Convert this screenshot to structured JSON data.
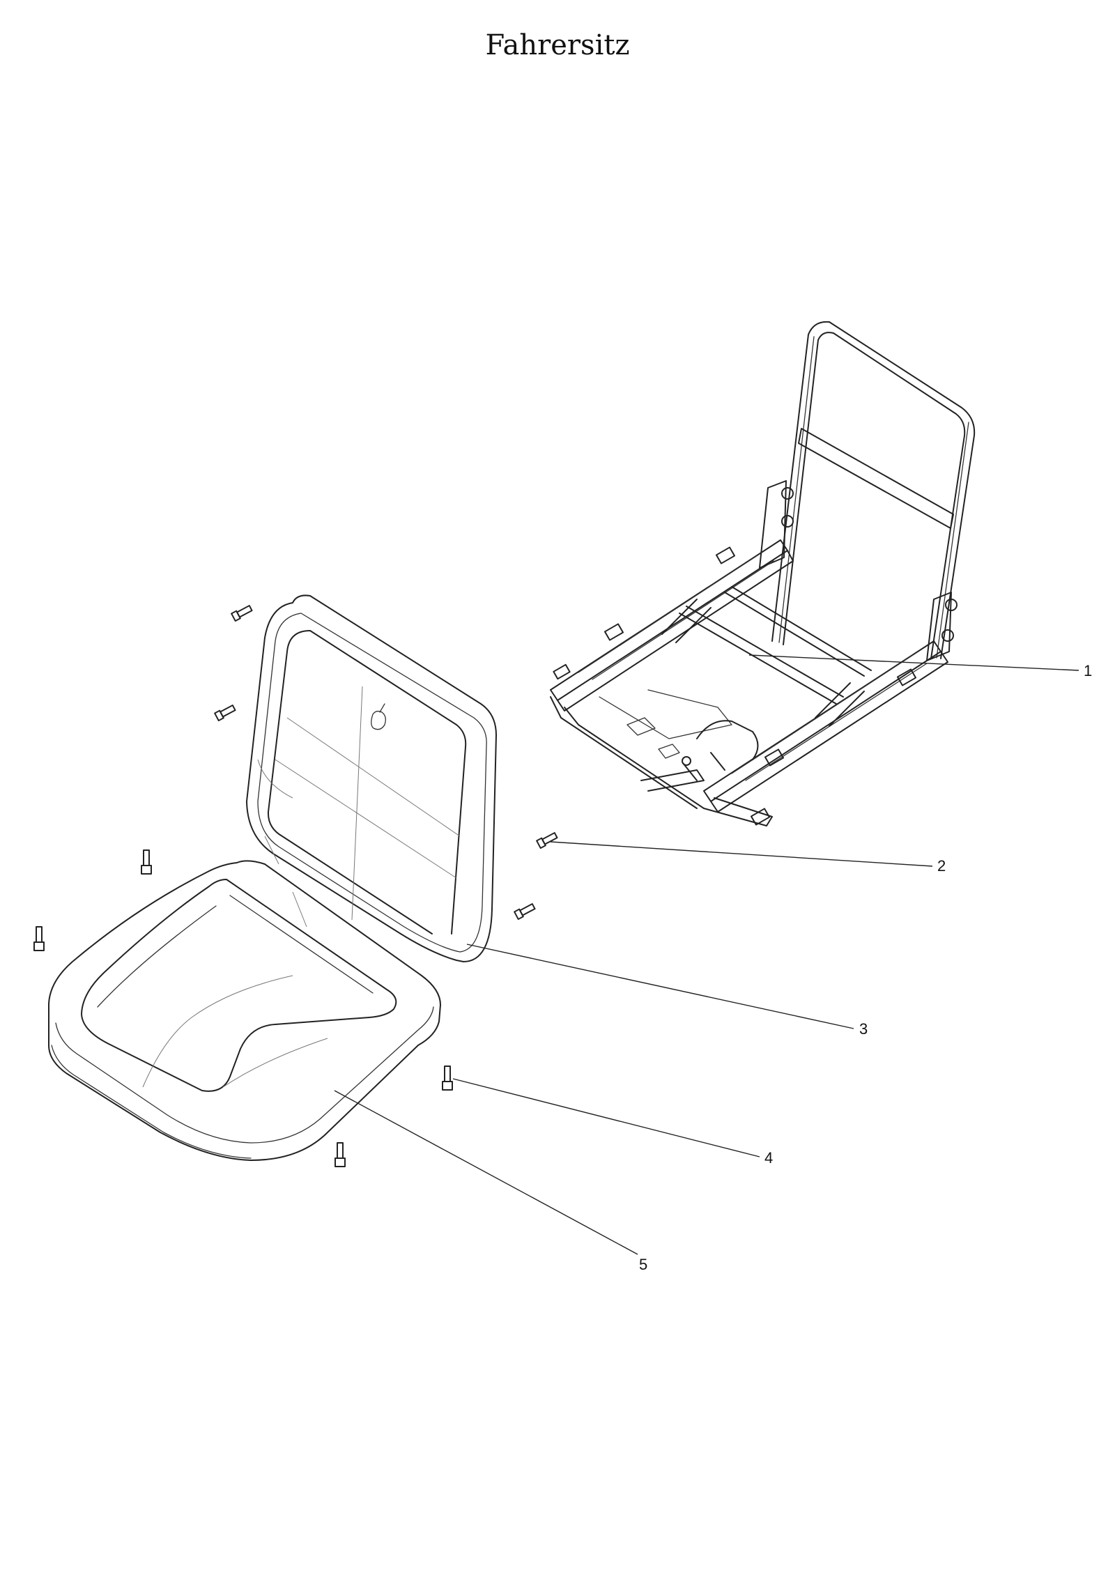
{
  "title": "Fahrersitz",
  "callouts": [
    {
      "number": "1",
      "part": "seat-frame"
    },
    {
      "number": "2",
      "part": "screw"
    },
    {
      "number": "3",
      "part": "backrest-cushion"
    },
    {
      "number": "4",
      "part": "screw"
    },
    {
      "number": "5",
      "part": "seat-cushion"
    }
  ]
}
